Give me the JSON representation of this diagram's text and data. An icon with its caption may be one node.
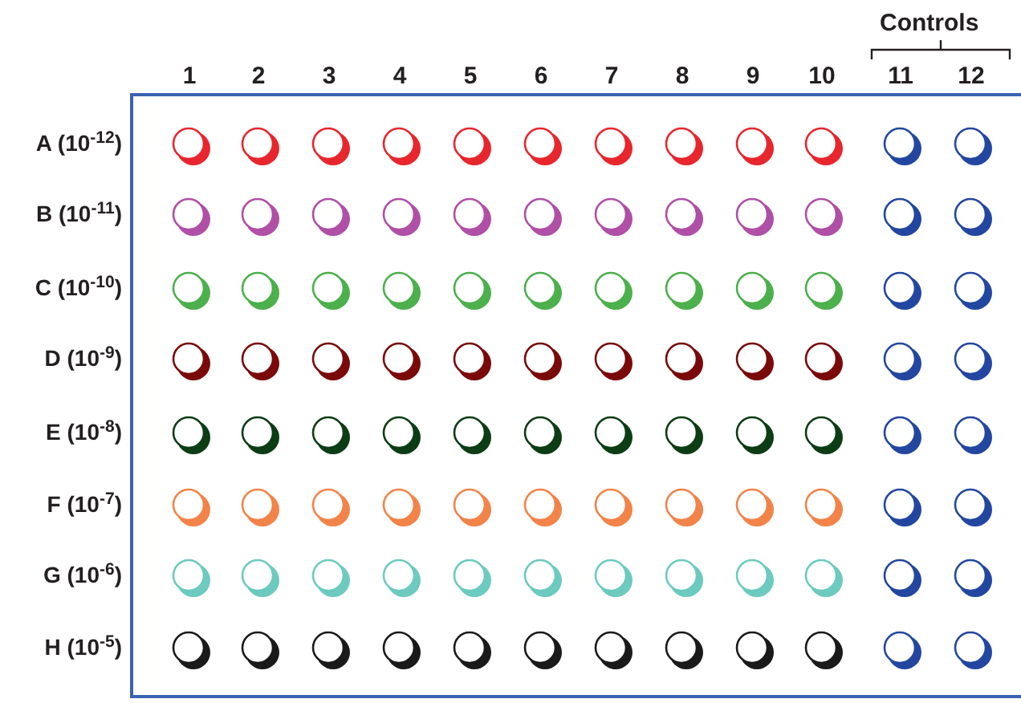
{
  "diagram": {
    "labels": [
      "Controls",
      "1",
      "2",
      "3",
      "4",
      "5",
      "6",
      "7",
      "8",
      "9",
      "10",
      "11",
      "12",
      "A (10$^{-12}$)",
      "B (10$^{-11}$)",
      "C (10$^{-10}$)",
      "D (10$^{-9}$)",
      "E (10$^{-8}$)",
      "F (10$^{-7}$)",
      "G (10$^{-6}$)",
      "H (10$^{-5}$)"
    ]
  }
}
